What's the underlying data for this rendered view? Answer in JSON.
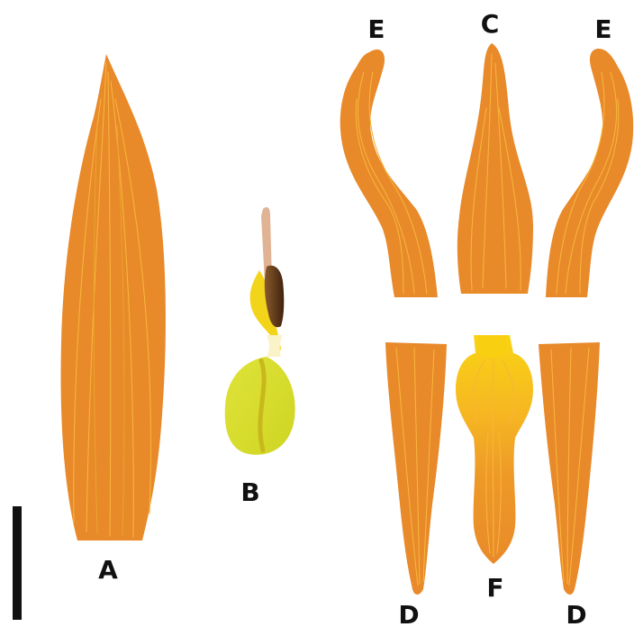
{
  "figure": {
    "labels": {
      "a": "A",
      "b": "B",
      "c": "C",
      "d_left": "D",
      "d_right": "D",
      "e_left": "E",
      "e_right": "E",
      "f": "F"
    },
    "colors": {
      "petal_orange": "#e8892a",
      "vein_yellow": "#f7b53a",
      "lip_yellow": "#f8c410",
      "column_yellow": "#d7dd2a",
      "anther_brown": "#5b3415",
      "pollinia_tan": "#e0b394",
      "scale_bar": "#111111"
    }
  }
}
